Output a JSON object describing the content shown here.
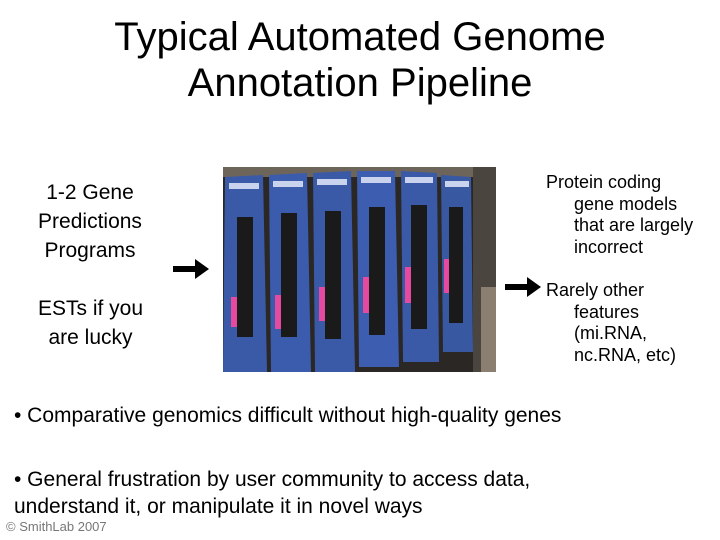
{
  "slide": {
    "title_line1": "Typical Automated Genome",
    "title_line2": "Annotation Pipeline"
  },
  "inputs": [
    {
      "lines": [
        "1-2 Gene",
        "Predictions",
        "Programs"
      ]
    },
    {
      "lines": [
        "ESTs if you",
        "are lucky"
      ]
    }
  ],
  "outputs": [
    {
      "first": "Protein coding",
      "rest": [
        "gene models",
        "that are largely",
        "incorrect"
      ]
    },
    {
      "first": "Rarely other",
      "rest": [
        "features",
        "(mi.RNA,",
        "nc.RNA, etc)"
      ]
    }
  ],
  "bullets": [
    {
      "lines": [
        "• Comparative genomics difficult without high-quality genes"
      ]
    },
    {
      "lines": [
        "• General frustration by user community to access data,",
        "understand it, or manipulate it in novel ways"
      ]
    }
  ],
  "copyright": "© SmithLab 2007",
  "colors": {
    "server_blue": "#3a5aa8",
    "rack_dark": "#1a1a1a",
    "tag_pink": "#e64aa0"
  }
}
